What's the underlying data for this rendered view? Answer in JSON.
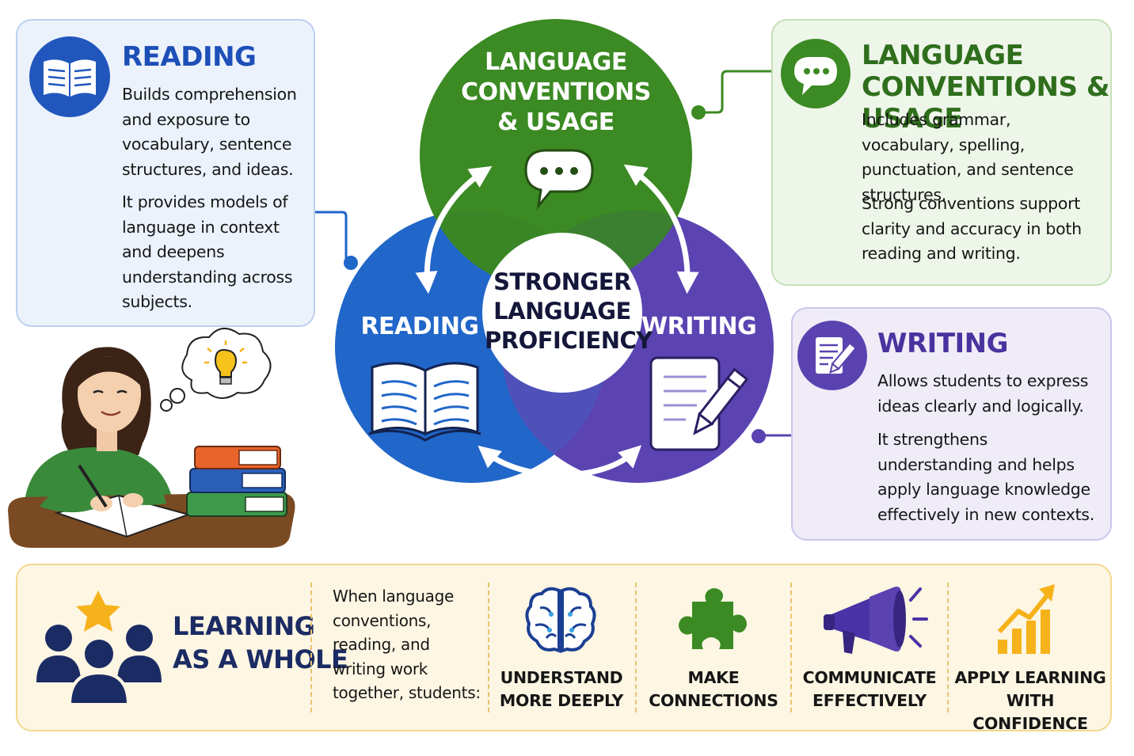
{
  "reading_card": {
    "title": "READING",
    "paragraph1": "Builds comprehension and exposure to vocabulary, sentence structures, and ideas.",
    "paragraph2": "It provides models of language in context and deepens understanding across subjects."
  },
  "conventions_card": {
    "title_line1": "LANGUAGE",
    "title_line2": "CONVENTIONS & USAGE",
    "paragraph1": "Includes grammar, vocabulary, spelling, punctuation, and sentence structures.",
    "paragraph2": "Strong conventions support clarity and accuracy in both reading and writing."
  },
  "writing_card": {
    "title": "WRITING",
    "paragraph1": "Allows students to express ideas clearly and logically.",
    "paragraph2": "It strengthens understanding and helps apply language knowledge effectively in new contexts."
  },
  "venn": {
    "top_line1": "LANGUAGE",
    "top_line2": "CONVENTIONS",
    "top_line3": "& USAGE",
    "left_label": "READING",
    "right_label": "WRITING",
    "center_line1": "STRONGER",
    "center_line2": "LANGUAGE",
    "center_line3": "PROFICIENCY"
  },
  "bottom": {
    "title_line1": "LEARNING",
    "title_line2": "AS A WHOLE",
    "intro": "When language conventions, reading, and writing work together, students:",
    "outcomes": [
      {
        "line1": "UNDERSTAND",
        "line2": "MORE DEEPLY",
        "icon": "brain-icon"
      },
      {
        "line1": "MAKE",
        "line2": "CONNECTIONS",
        "icon": "puzzle-icon"
      },
      {
        "line1": "COMMUNICATE",
        "line2": "EFFECTIVELY",
        "icon": "megaphone-icon"
      },
      {
        "line1": "APPLY LEARNING",
        "line2": "WITH CONFIDENCE",
        "icon": "growth-chart-icon"
      }
    ]
  },
  "colors": {
    "green": "#3b8a23",
    "blue": "#2166c9",
    "purple": "#5a43b0",
    "navy": "#1b2b63",
    "orange": "#f6b21b"
  }
}
